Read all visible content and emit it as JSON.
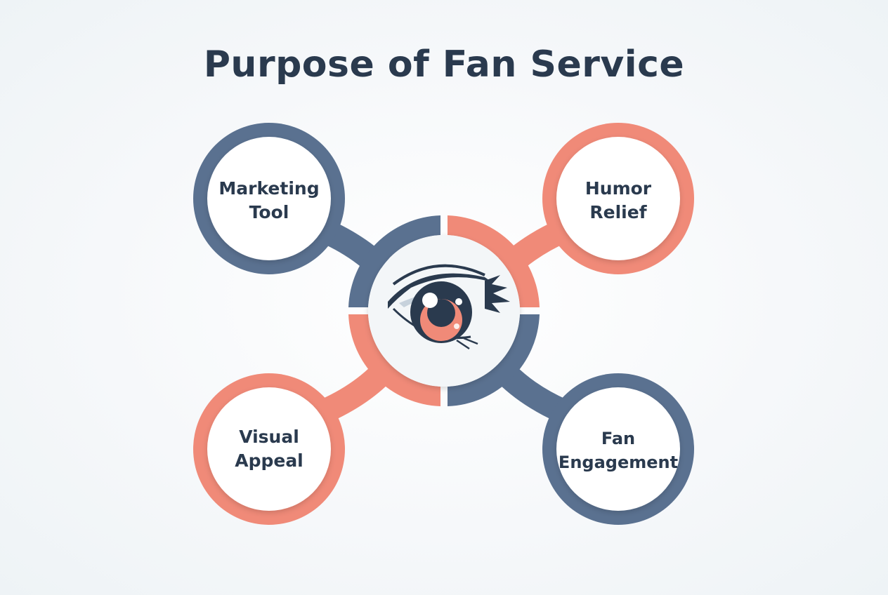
{
  "title": "Purpose of Fan Service",
  "colors": {
    "slate": "#5a7190",
    "coral": "#f08a78",
    "text": "#2a3a4e",
    "background": "#f4f7f9"
  },
  "center": {
    "icon": "anime-eye-icon"
  },
  "nodes": [
    {
      "id": "marketing-tool",
      "line1": "Marketing",
      "line2": "Tool",
      "color": "slate",
      "position": "top-left"
    },
    {
      "id": "humor-relief",
      "line1": "Humor",
      "line2": "Relief",
      "color": "coral",
      "position": "top-right"
    },
    {
      "id": "visual-appeal",
      "line1": "Visual",
      "line2": "Appeal",
      "color": "coral",
      "position": "bottom-left"
    },
    {
      "id": "fan-engagement",
      "line1": "Fan",
      "line2": "Engagement",
      "color": "slate",
      "position": "bottom-right"
    }
  ]
}
